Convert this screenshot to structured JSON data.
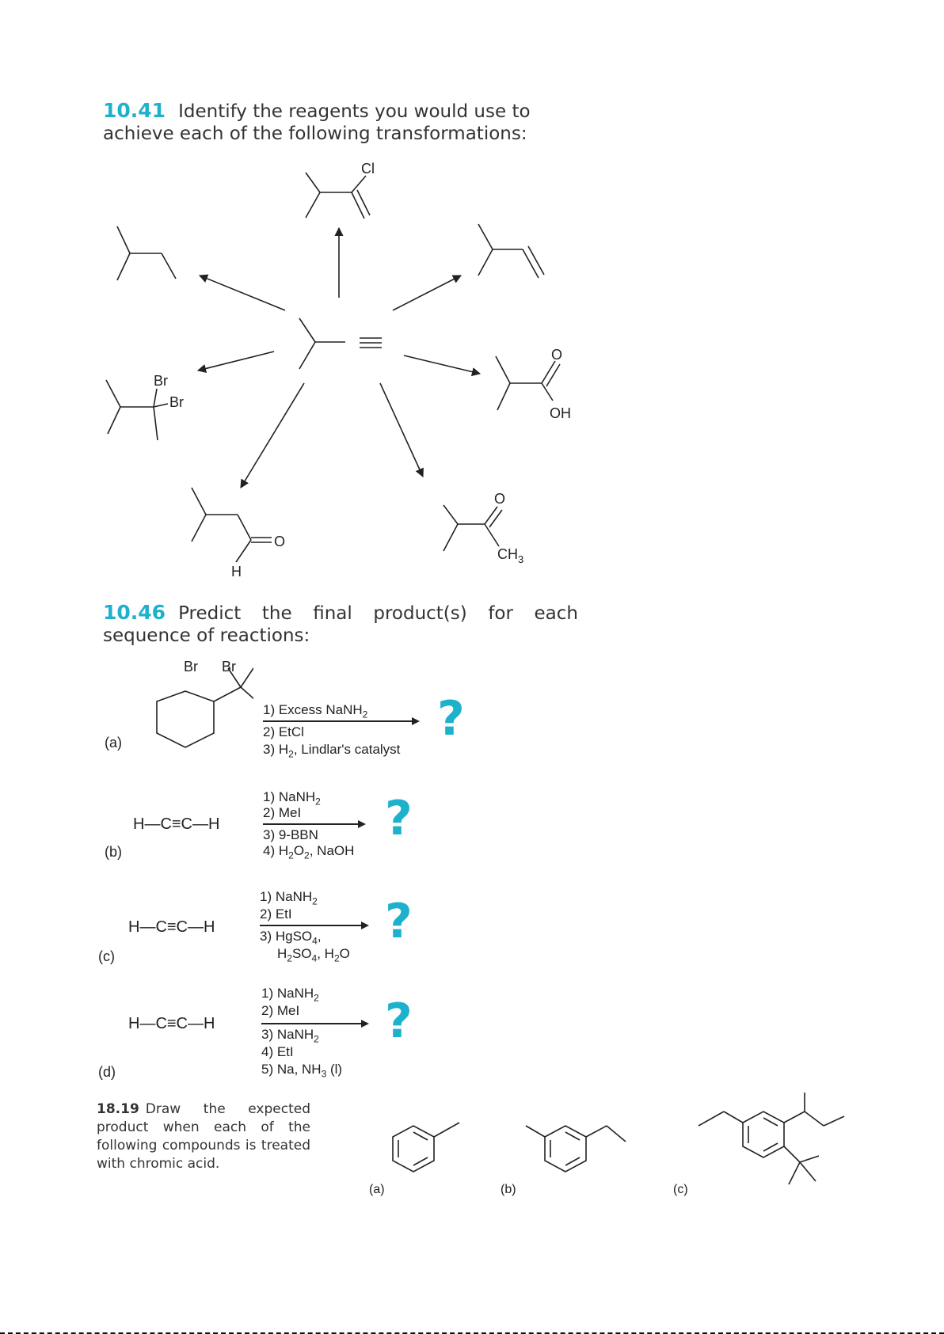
{
  "p1041": {
    "number": "10.41",
    "text": "Identify the reagents you would use to achieve each of the following transformations:",
    "labels": {
      "cl": "Cl",
      "br1": "Br",
      "br2": "Br",
      "oh": "OH",
      "o_acid": "O",
      "o_ketone": "O",
      "ch3": "CH3",
      "o_ald": "O",
      "h_ald": "H"
    }
  },
  "p1046": {
    "number": "10.46",
    "text": "Predict the final product(s) for each sequence of reactions:",
    "a": {
      "label": "(a)",
      "br1": "Br",
      "br2": "Br",
      "r1": "1) Excess NaNH2",
      "r2": "2) EtCl",
      "r3": "3) H2, Lindlar's catalyst",
      "q": "?"
    },
    "b": {
      "label": "(b)",
      "alkyne": "H—C≡C—H",
      "r1": "1) NaNH2",
      "r2": "2) MeI",
      "r3": "3) 9-BBN",
      "r4": "4) H2O2, NaOH",
      "q": "?"
    },
    "c": {
      "label": "(c)",
      "alkyne": "H—C≡C—H",
      "r1": "1) NaNH2",
      "r2": "2) EtI",
      "r3": "3) HgSO4,",
      "r3b": "H2SO4, H2O",
      "q": "?"
    },
    "d": {
      "label": "(d)",
      "alkyne": "H—C≡C—H",
      "r1": "1) NaNH2",
      "r2": "2) MeI",
      "r3": "3) NaNH2",
      "r4": "4) EtI",
      "r5": "5) Na, NH3 (l)",
      "q": "?"
    }
  },
  "p1819": {
    "number": "18.19",
    "text": "Draw the expected product when each of the following compounds is treated with chromic acid.",
    "labels": {
      "a": "(a)",
      "b": "(b)",
      "c": "(c)"
    }
  },
  "colors": {
    "accent": "#1eb1cc",
    "ink": "#222222"
  }
}
